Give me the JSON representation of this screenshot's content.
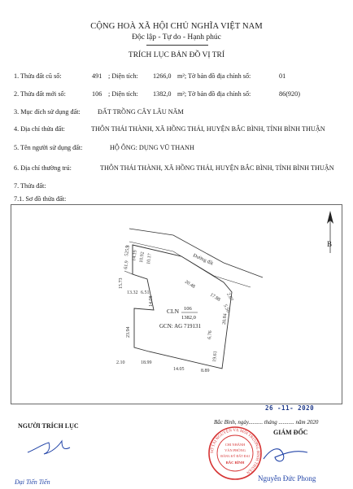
{
  "header": {
    "country": "CỘNG HOÀ XÃ HỘI CHỦ NGHĨA VIỆT NAM",
    "motto": "Độc lập - Tự do - Hạnh phúc",
    "title": "TRÍCH LỤC BẢN ĐỒ VỊ TRÍ"
  },
  "fields": {
    "row1": {
      "label": "1. Thửa đất cũ số:",
      "parcel": "491",
      "area_label": "; Diện tích:",
      "area": "1266,0",
      "unit": "m²; Tờ bản đồ địa chính số:",
      "sheet": "01"
    },
    "row2": {
      "label": "2. Thửa đất mới số:",
      "parcel": "106",
      "area_label": "; Diện tích:",
      "area": "1382,0",
      "unit": "m²; Tờ bản đồ địa chính số:",
      "sheet": "86(920)"
    },
    "row3": {
      "label": "3. Mục đích sử dụng đất:",
      "value": "ĐẤT TRỒNG CÂY LÂU NĂM"
    },
    "row4": {
      "label": "4. Địa chỉ thửa đất:",
      "value": "THÔN THÁI THÀNH, XÃ HỒNG THÁI, HUYỆN BẮC BÌNH, TỈNH BÌNH THUẬN"
    },
    "row5": {
      "label": "5. Tên người sử dụng đất:",
      "value": "HỘ ÔNG: DỤNG VŨ THANH"
    },
    "row6": {
      "label": "6. Địa chỉ thường trú:",
      "value": "THÔN THÁI THÀNH, XÃ HỒNG THÁI, HUYỆN BẮC BÌNH, TỈNH BÌNH THUẬN"
    },
    "row7": {
      "label": "7. Thửa đất:"
    },
    "row71": {
      "label": "7.1. Sơ đồ thửa đất:"
    }
  },
  "map": {
    "north": "B",
    "road": "Đường đất",
    "cln": "CLN",
    "parcel_no": "106",
    "parcel_area": "1382,0",
    "gcn": "GCN: AG 719131",
    "dims": {
      "d1": "14.19",
      "d2": "10.92",
      "d3": "10.17",
      "d4": "20.48",
      "d5": "17.88",
      "d6": "2.67",
      "d7": "5.50",
      "d8": "20.84",
      "d9": "6.76",
      "d10": "19.61",
      "d11": "8.89",
      "d12": "14.05",
      "d13": "18.99",
      "d14": "2.10",
      "d15": "23.94",
      "d16": "14.08",
      "d17": "6.51",
      "d18": "13.32",
      "d19": "15.73",
      "d20": "61.9",
      "d21": "525.3",
      "d22": "9"
    }
  },
  "footer": {
    "date_stamp": "26 -11- 2020",
    "extractor_title": "NGƯỜI TRÍCH LỤC",
    "extractor_name": "Đại Tiến Tiến",
    "place_date": "Bắc Bình, ngày.......... tháng ........... năm 2020",
    "director_title": "GIÁM ĐỐC",
    "director_name": "Nguyễn Đức Phong",
    "seal_lines": [
      "CHI NHÁNH",
      "VĂN PHÒNG",
      "ĐĂNG KÝ ĐẤT ĐAI",
      "BẮC BÌNH"
    ],
    "seal_ring": "SỞ TÀI NGUYÊN VÀ MÔI TRƯỜNG BÌNH THUẬN"
  }
}
